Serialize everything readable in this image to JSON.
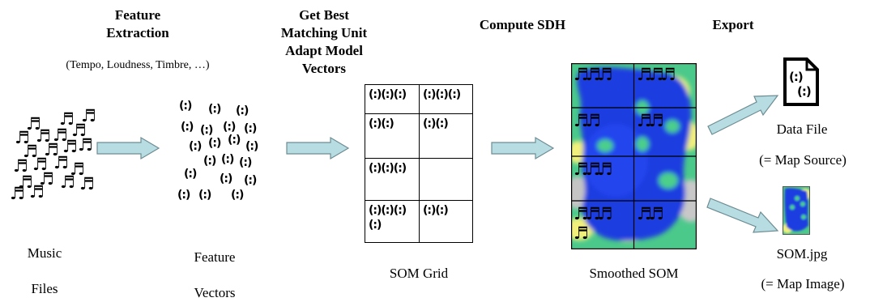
{
  "stages": {
    "feature_extraction": {
      "title": "Feature\nExtraction",
      "subtitle": "(Tempo, Loudness, Timbre, …)"
    },
    "bmu": {
      "title": "Get Best\nMatching Unit\nAdapt Model\nVectors"
    },
    "sdh": {
      "title": "Compute SDH"
    },
    "export": {
      "title": "Export"
    }
  },
  "labels": {
    "music_files": "Music\n\nFiles",
    "feature_vectors": "Feature\n\nVectors",
    "som_grid": "SOM Grid",
    "smoothed_som": "Smoothed SOM",
    "data_file": "Data File",
    "map_source": "(= Map Source)",
    "som_jpg": "SOM.jpg",
    "map_image": "(= Map Image)"
  },
  "glyphs": {
    "note": "♬",
    "vector": "(:)"
  },
  "som_grid_cells": [
    [
      "(:)(:)(:)",
      "(:)(:)(:)"
    ],
    [
      "(:)(:)",
      "(:)(:)"
    ],
    [
      "(:)(:)(:)",
      ""
    ],
    [
      "(:)(:)(:)\n(:)",
      "(:)(:)"
    ]
  ],
  "smoothed_cells": [
    [
      "♬♬♬",
      "♬♬♬"
    ],
    [
      "♬♬",
      "♬♬"
    ],
    [
      "♬♬♬",
      ""
    ],
    [
      "♬♬♬\n♬",
      "♬♬"
    ]
  ],
  "icons": [
    "music-note-icon",
    "feature-vector-icon",
    "arrow-right-icon",
    "document-icon",
    "som-thumbnail-icon"
  ],
  "colors": {
    "arrow_fill": "#b7dde3",
    "som_blue": "#1f3ee0",
    "som_green": "#4ccf8a",
    "som_yellow": "#f4f27a",
    "som_gray": "#bdbdbd"
  }
}
